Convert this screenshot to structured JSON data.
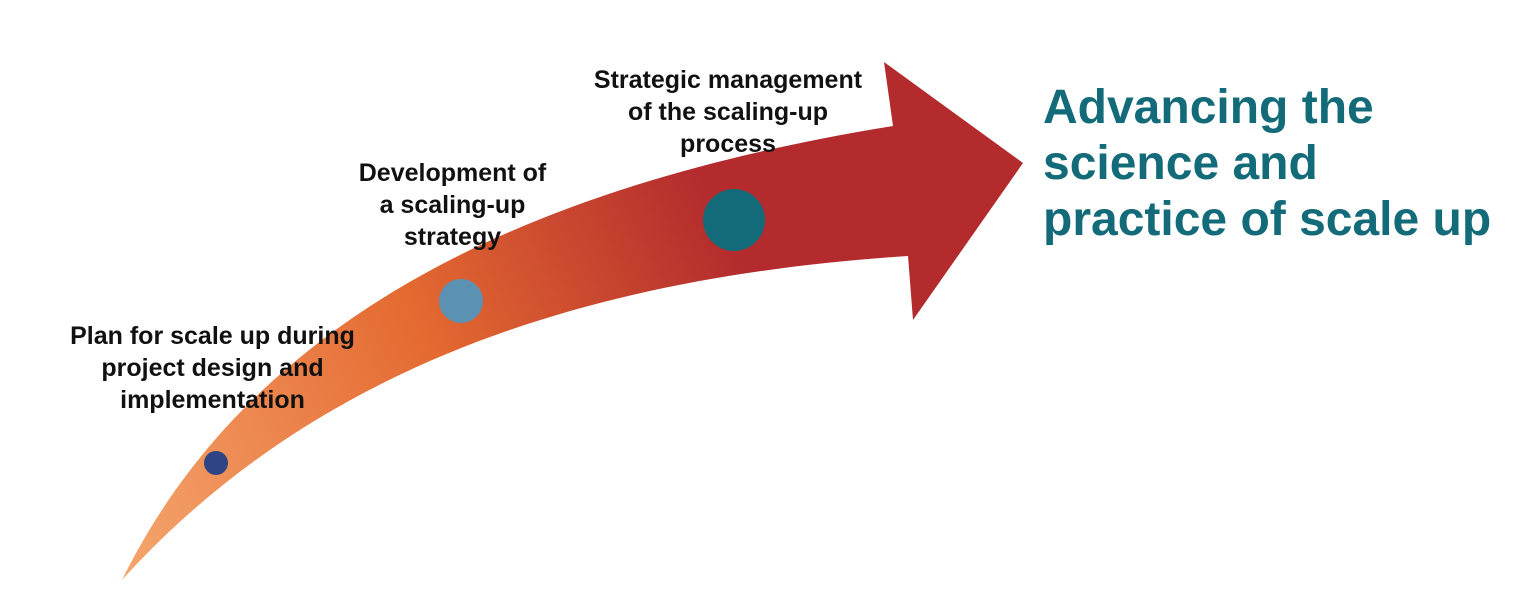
{
  "colors": {
    "arrow_start": "#F5A66F",
    "arrow_mid": "#E46A31",
    "arrow_end": "#B32B2D",
    "goal_text": "#136B79",
    "label_text": "#111111"
  },
  "stages": [
    {
      "lines": [
        "Plan for scale up during",
        "project design and",
        "implementation"
      ],
      "marker_color": "#2E4585"
    },
    {
      "lines": [
        "Development of",
        "a scaling-up",
        "strategy"
      ],
      "marker_color": "#5B92B3"
    },
    {
      "lines": [
        "Strategic management",
        "of the scaling-up",
        "process"
      ],
      "marker_color": "#136B79"
    }
  ],
  "goal": {
    "lines": [
      "Advancing the",
      "science and",
      "practice of scale up"
    ]
  }
}
